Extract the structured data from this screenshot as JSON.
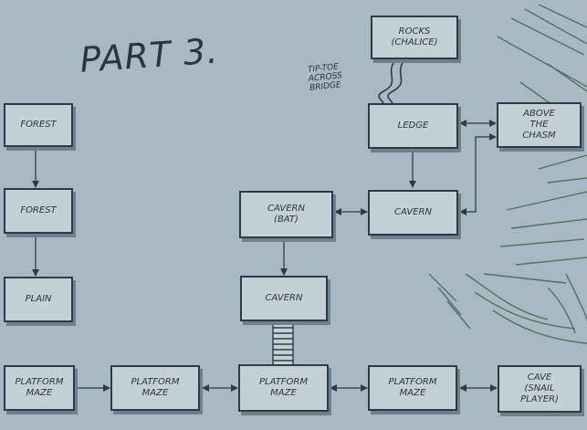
{
  "title": "PART 3.",
  "bridge_note": "TIP-TOE\nACROSS\nBRIDGE",
  "colors": {
    "background": "#a9b9c4",
    "box": "#c3d0d8",
    "ink": "#2f3a44",
    "scribble": "#3c6a52"
  },
  "nodes": {
    "forest_1": "FOREST",
    "forest_2": "FOREST",
    "plain": "PLAIN",
    "platform_maze_1": "PLATFORM\nMAZE",
    "platform_maze_2": "PLATFORM\nMAZE",
    "platform_maze_3": "PLATFORM\nMAZE",
    "platform_maze_4": "PLATFORM\nMAZE",
    "cave": "CAVE\n(SNAIL\nPLAYER)",
    "cavern_lower": "CAVERN",
    "cavern_bat": "CAVERN\n(BAT)",
    "cavern_right": "CAVERN",
    "ledge": "LEDGE",
    "rocks": "ROCKS\n(CHALICE)",
    "above_chasm": "ABOVE\nTHE\nCHASM"
  }
}
